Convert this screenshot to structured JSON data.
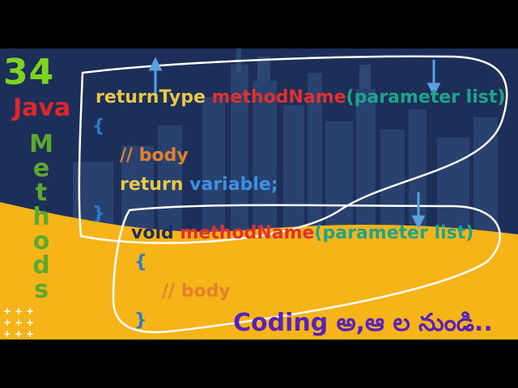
{
  "badge": {
    "number": "34",
    "language": "Java",
    "topic_letters": [
      "M",
      "e",
      "t",
      "h",
      "o",
      "d",
      "s"
    ]
  },
  "code_block_1": {
    "return_type": "returnType",
    "method_name": "methodName",
    "params": "(parameter list)",
    "open_brace": "{",
    "comment": "// body",
    "return_kw": "return",
    "variable": "variable;",
    "close_brace": "}"
  },
  "code_block_2": {
    "return_type": "void",
    "method_name": "methodName",
    "params": "(parameter list)",
    "open_brace": "{",
    "comment": "// body",
    "close_brace": "}"
  },
  "tagline": "Coding అ,ఆ ల నుండి..",
  "colors": {
    "return_type": "#e8c64a",
    "method_name": "#e0312f",
    "params": "#1fa48a",
    "brace": "#2b7cc9",
    "comment": "#e0832e",
    "variable": "#3f8fe0",
    "accent_yellow": "#f7b418",
    "tagline": "#5a23b8"
  }
}
